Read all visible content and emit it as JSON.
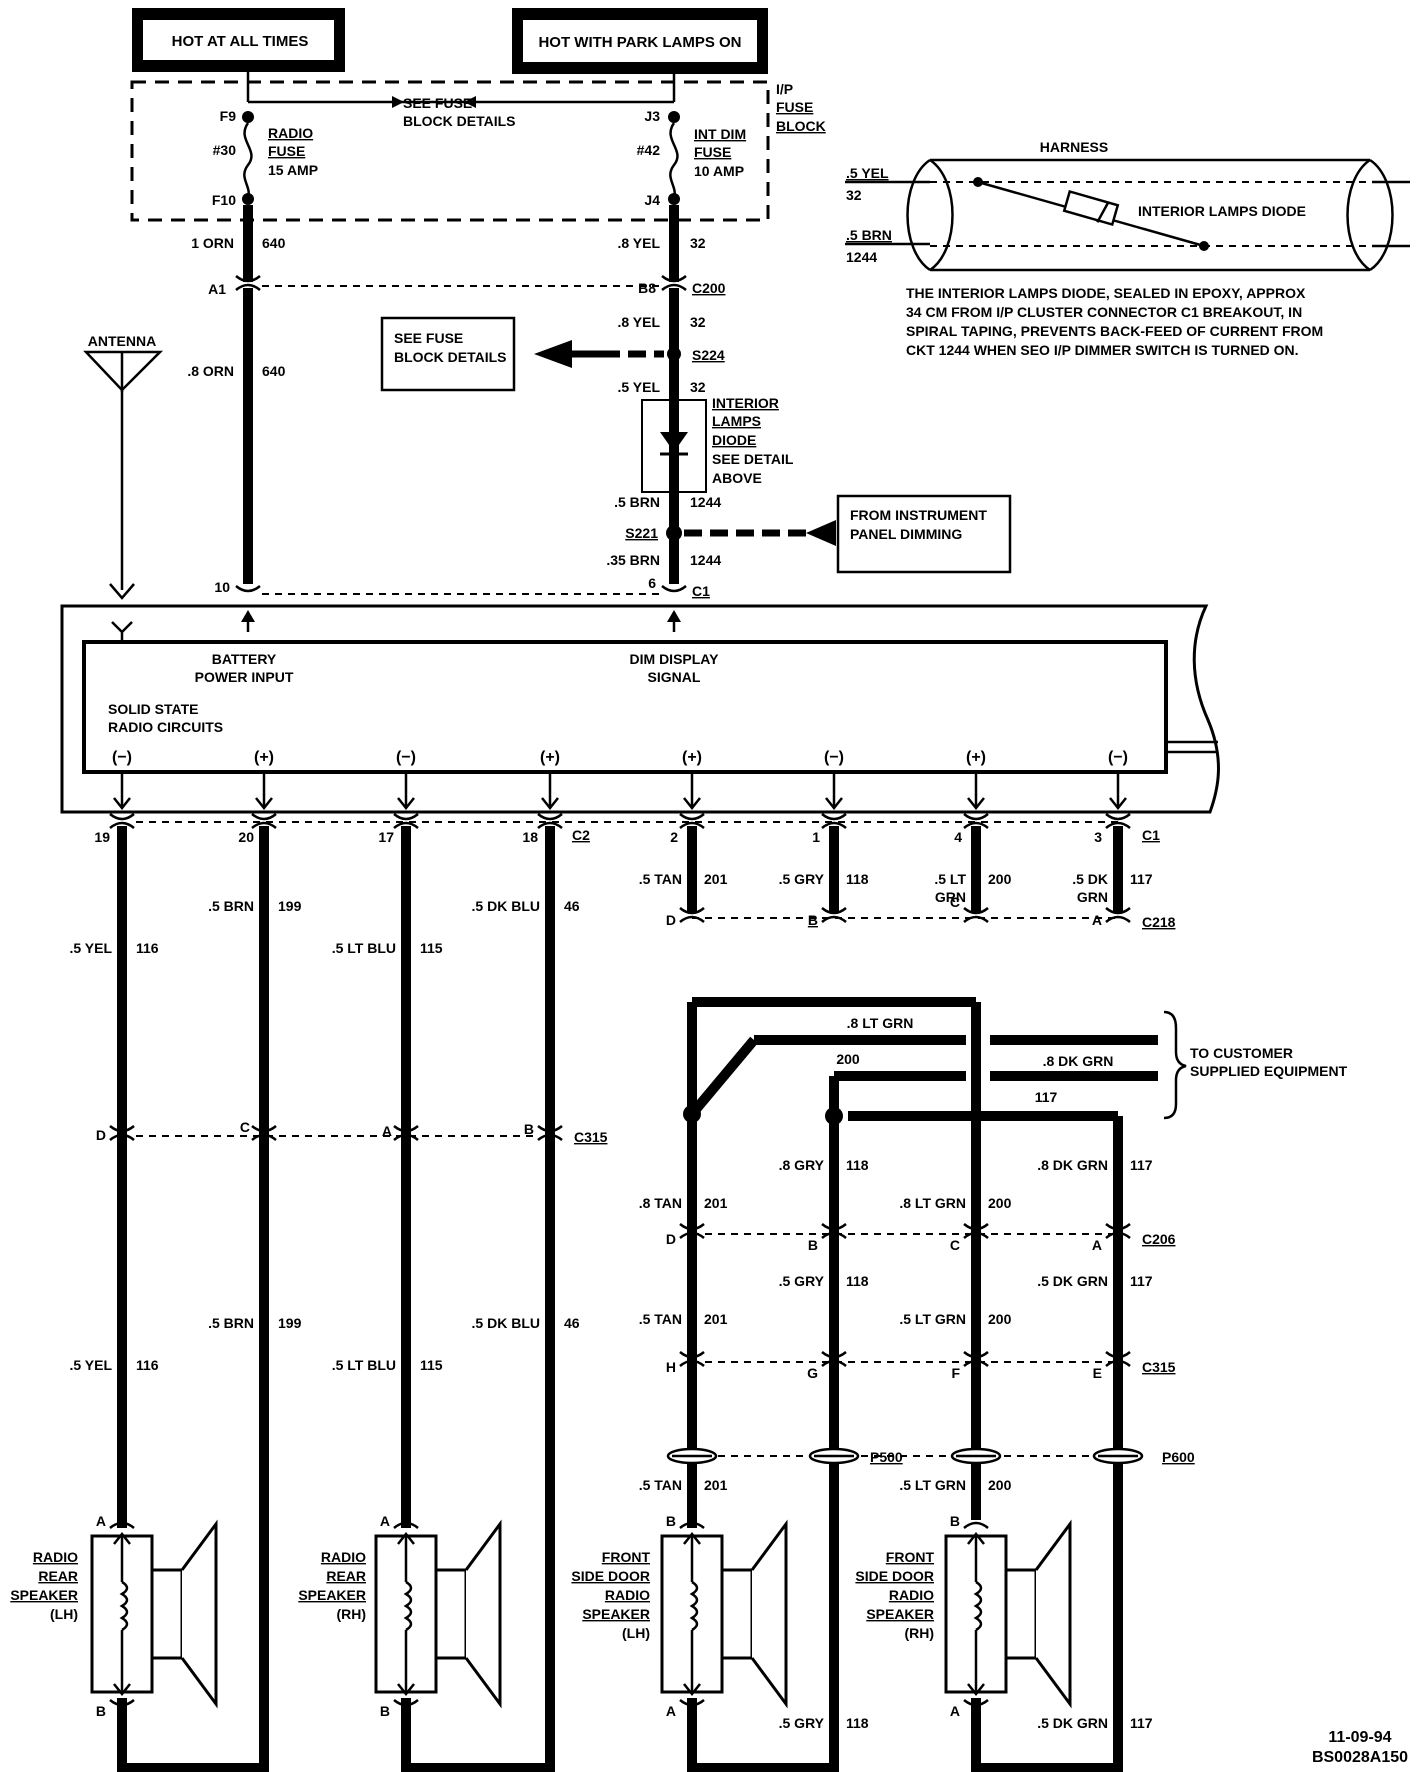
{
  "headers": {
    "hot_at_all_times": "HOT AT ALL TIMES",
    "hot_with_park_lamps": "HOT WITH PARK LAMPS ON"
  },
  "fuse_block": {
    "see_fuse_1": "SEE FUSE",
    "see_fuse_2": "BLOCK DETAILS",
    "ip_1": "I/P",
    "ip_2": "FUSE",
    "ip_3": "BLOCK",
    "f9": "F9",
    "f10": "F10",
    "num30": "#30",
    "radio_1": "RADIO",
    "radio_2": "FUSE",
    "radio_3": "15 AMP",
    "j3": "J3",
    "j4": "J4",
    "num42": "#42",
    "intdim_1": "INT DIM",
    "intdim_2": "FUSE",
    "intdim_3": "10 AMP"
  },
  "harness": {
    "title": "HARNESS",
    "w1_size": ".5 YEL",
    "w1_ckt": "32",
    "w2_size": ".5 BRN",
    "w2_ckt": "1244",
    "diode": "INTERIOR LAMPS DIODE",
    "note": [
      "THE INTERIOR LAMPS DIODE, SEALED IN EPOXY, APPROX",
      "34 CM FROM I/P CLUSTER CONNECTOR C1 BREAKOUT, IN",
      "SPIRAL TAPING, PREVENTS BACK-FEED OF CURRENT FROM",
      "CKT 1244 WHEN SEO I/P DIMMER SWITCH IS TURNED ON."
    ]
  },
  "left_feed": {
    "w1": "1 ORN",
    "c1": "640",
    "a1": "A1",
    "w2": ".8 ORN",
    "c2": "640",
    "pin10": "10"
  },
  "right_feed": {
    "w1": ".8 YEL",
    "c1": "32",
    "b8": "B8",
    "c200": "C200",
    "w2": ".8 YEL",
    "c2": "32",
    "s224": "S224",
    "see1": "SEE FUSE",
    "see2": "BLOCK DETAILS",
    "w3": ".5 YEL",
    "c3": "32",
    "diode_1": "INTERIOR",
    "diode_2": "LAMPS",
    "diode_3": "DIODE",
    "diode_4": "SEE DETAIL",
    "diode_5": "ABOVE",
    "w4": ".5 BRN",
    "c4": "1244",
    "s221": "S221",
    "from1": "FROM INSTRUMENT",
    "from2": "PANEL DIMMING",
    "w5": ".35 BRN",
    "c5": "1244",
    "pin6": "6",
    "conn": "C1"
  },
  "antenna": "ANTENNA",
  "radio": {
    "battery_1": "BATTERY",
    "battery_2": "POWER INPUT",
    "dim_1": "DIM DISPLAY",
    "dim_2": "SIGNAL",
    "ss_1": "SOLID STATE",
    "ss_2": "RADIO CIRCUITS",
    "polarities": [
      "(−)",
      "(+)",
      "(−)",
      "(+)",
      "(+)",
      "(−)",
      "(+)",
      "(−)"
    ]
  },
  "rear": {
    "pins": [
      "19",
      "20",
      "17",
      "18"
    ],
    "c2": "C2",
    "row1": [
      {
        "s": "",
        "c": ""
      },
      {
        "s": ".5 BRN",
        "c": "199"
      },
      {
        "s": "",
        "c": ""
      },
      {
        "s": ".5 DK BLU",
        "c": "46"
      }
    ],
    "row2": [
      {
        "s": ".5 YEL",
        "c": "116"
      },
      {
        "s": "",
        "c": ""
      },
      {
        "s": ".5 LT BLU",
        "c": "115"
      },
      {
        "s": "",
        "c": ""
      }
    ],
    "c315_letters": [
      "D",
      "C",
      "A",
      "B"
    ],
    "c315": "C315",
    "row3": [
      {
        "s": "",
        "c": ""
      },
      {
        "s": ".5 BRN",
        "c": "199"
      },
      {
        "s": "",
        "c": ""
      },
      {
        "s": ".5 DK BLU",
        "c": "46"
      }
    ],
    "row4": [
      {
        "s": ".5 YEL",
        "c": "116"
      },
      {
        "s": "",
        "c": ""
      },
      {
        "s": ".5 LT BLU",
        "c": "115"
      },
      {
        "s": "",
        "c": ""
      }
    ],
    "spk_lh": [
      "RADIO",
      "REAR",
      "SPEAKER",
      "(LH)"
    ],
    "spk_rh": [
      "RADIO",
      "REAR",
      "SPEAKER",
      "(RH)"
    ],
    "a": "A",
    "b": "B"
  },
  "front": {
    "pins": [
      "2",
      "1",
      "4",
      "3"
    ],
    "c1": "C1",
    "row1": [
      {
        "s": ".5 TAN",
        "c": "201"
      },
      {
        "s": ".5 GRY",
        "c": "118"
      },
      {
        "s": ".5 LT",
        "s2": "GRN",
        "c": "200"
      },
      {
        "s": ".5 DK",
        "s2": "GRN",
        "c": "117"
      }
    ],
    "c218_letters": [
      "D",
      "B",
      "C",
      "A"
    ],
    "c218": "C218",
    "lt_grn": ".8 LT GRN",
    "c200": "200",
    "dk_grn": ".8 DK GRN",
    "c117": "117",
    "cust1": "TO CUSTOMER",
    "cust2": "SUPPLIED EQUIPMENT",
    "row2": [
      {
        "s": "",
        "c": ""
      },
      {
        "s": ".8 GRY",
        "c": "118"
      },
      {
        "s": "",
        "c": ""
      },
      {
        "s": ".8 DK GRN",
        "c": "117"
      }
    ],
    "row3": [
      {
        "s": ".8 TAN",
        "c": "201"
      },
      {
        "s": "",
        "c": ""
      },
      {
        "s": ".8 LT GRN",
        "c": "200"
      },
      {
        "s": "",
        "c": ""
      }
    ],
    "c206_letters": [
      "D",
      "B",
      "C",
      "A"
    ],
    "c206": "C206",
    "row4": [
      {
        "s": "",
        "c": ""
      },
      {
        "s": ".5 GRY",
        "c": "118"
      },
      {
        "s": "",
        "c": ""
      },
      {
        "s": ".5 DK GRN",
        "c": "117"
      }
    ],
    "row5": [
      {
        "s": ".5 TAN",
        "c": "201"
      },
      {
        "s": "",
        "c": ""
      },
      {
        "s": ".5 LT GRN",
        "c": "200"
      },
      {
        "s": "",
        "c": ""
      }
    ],
    "c315_letters": [
      "H",
      "G",
      "F",
      "E"
    ],
    "c315": "C315",
    "p500": "P500",
    "p600": "P600",
    "row6": [
      {
        "s": ".5 TAN",
        "c": "201"
      },
      {
        "s": "",
        "c": ""
      },
      {
        "s": ".5 LT GRN",
        "c": "200"
      },
      {
        "s": "",
        "c": ""
      }
    ],
    "spk_lh": [
      "FRONT",
      "SIDE DOOR",
      "RADIO",
      "SPEAKER",
      "(LH)"
    ],
    "spk_rh": [
      "FRONT",
      "SIDE DOOR",
      "RADIO",
      "SPEAKER",
      "(RH)"
    ],
    "bottom": [
      {
        "s": ".5 GRY",
        "c": "118"
      },
      {
        "s": ".5 DK GRN",
        "c": "117"
      }
    ],
    "a": "A",
    "b": "B"
  },
  "footer": {
    "date": "11-09-94",
    "code": "BS0028A150"
  }
}
